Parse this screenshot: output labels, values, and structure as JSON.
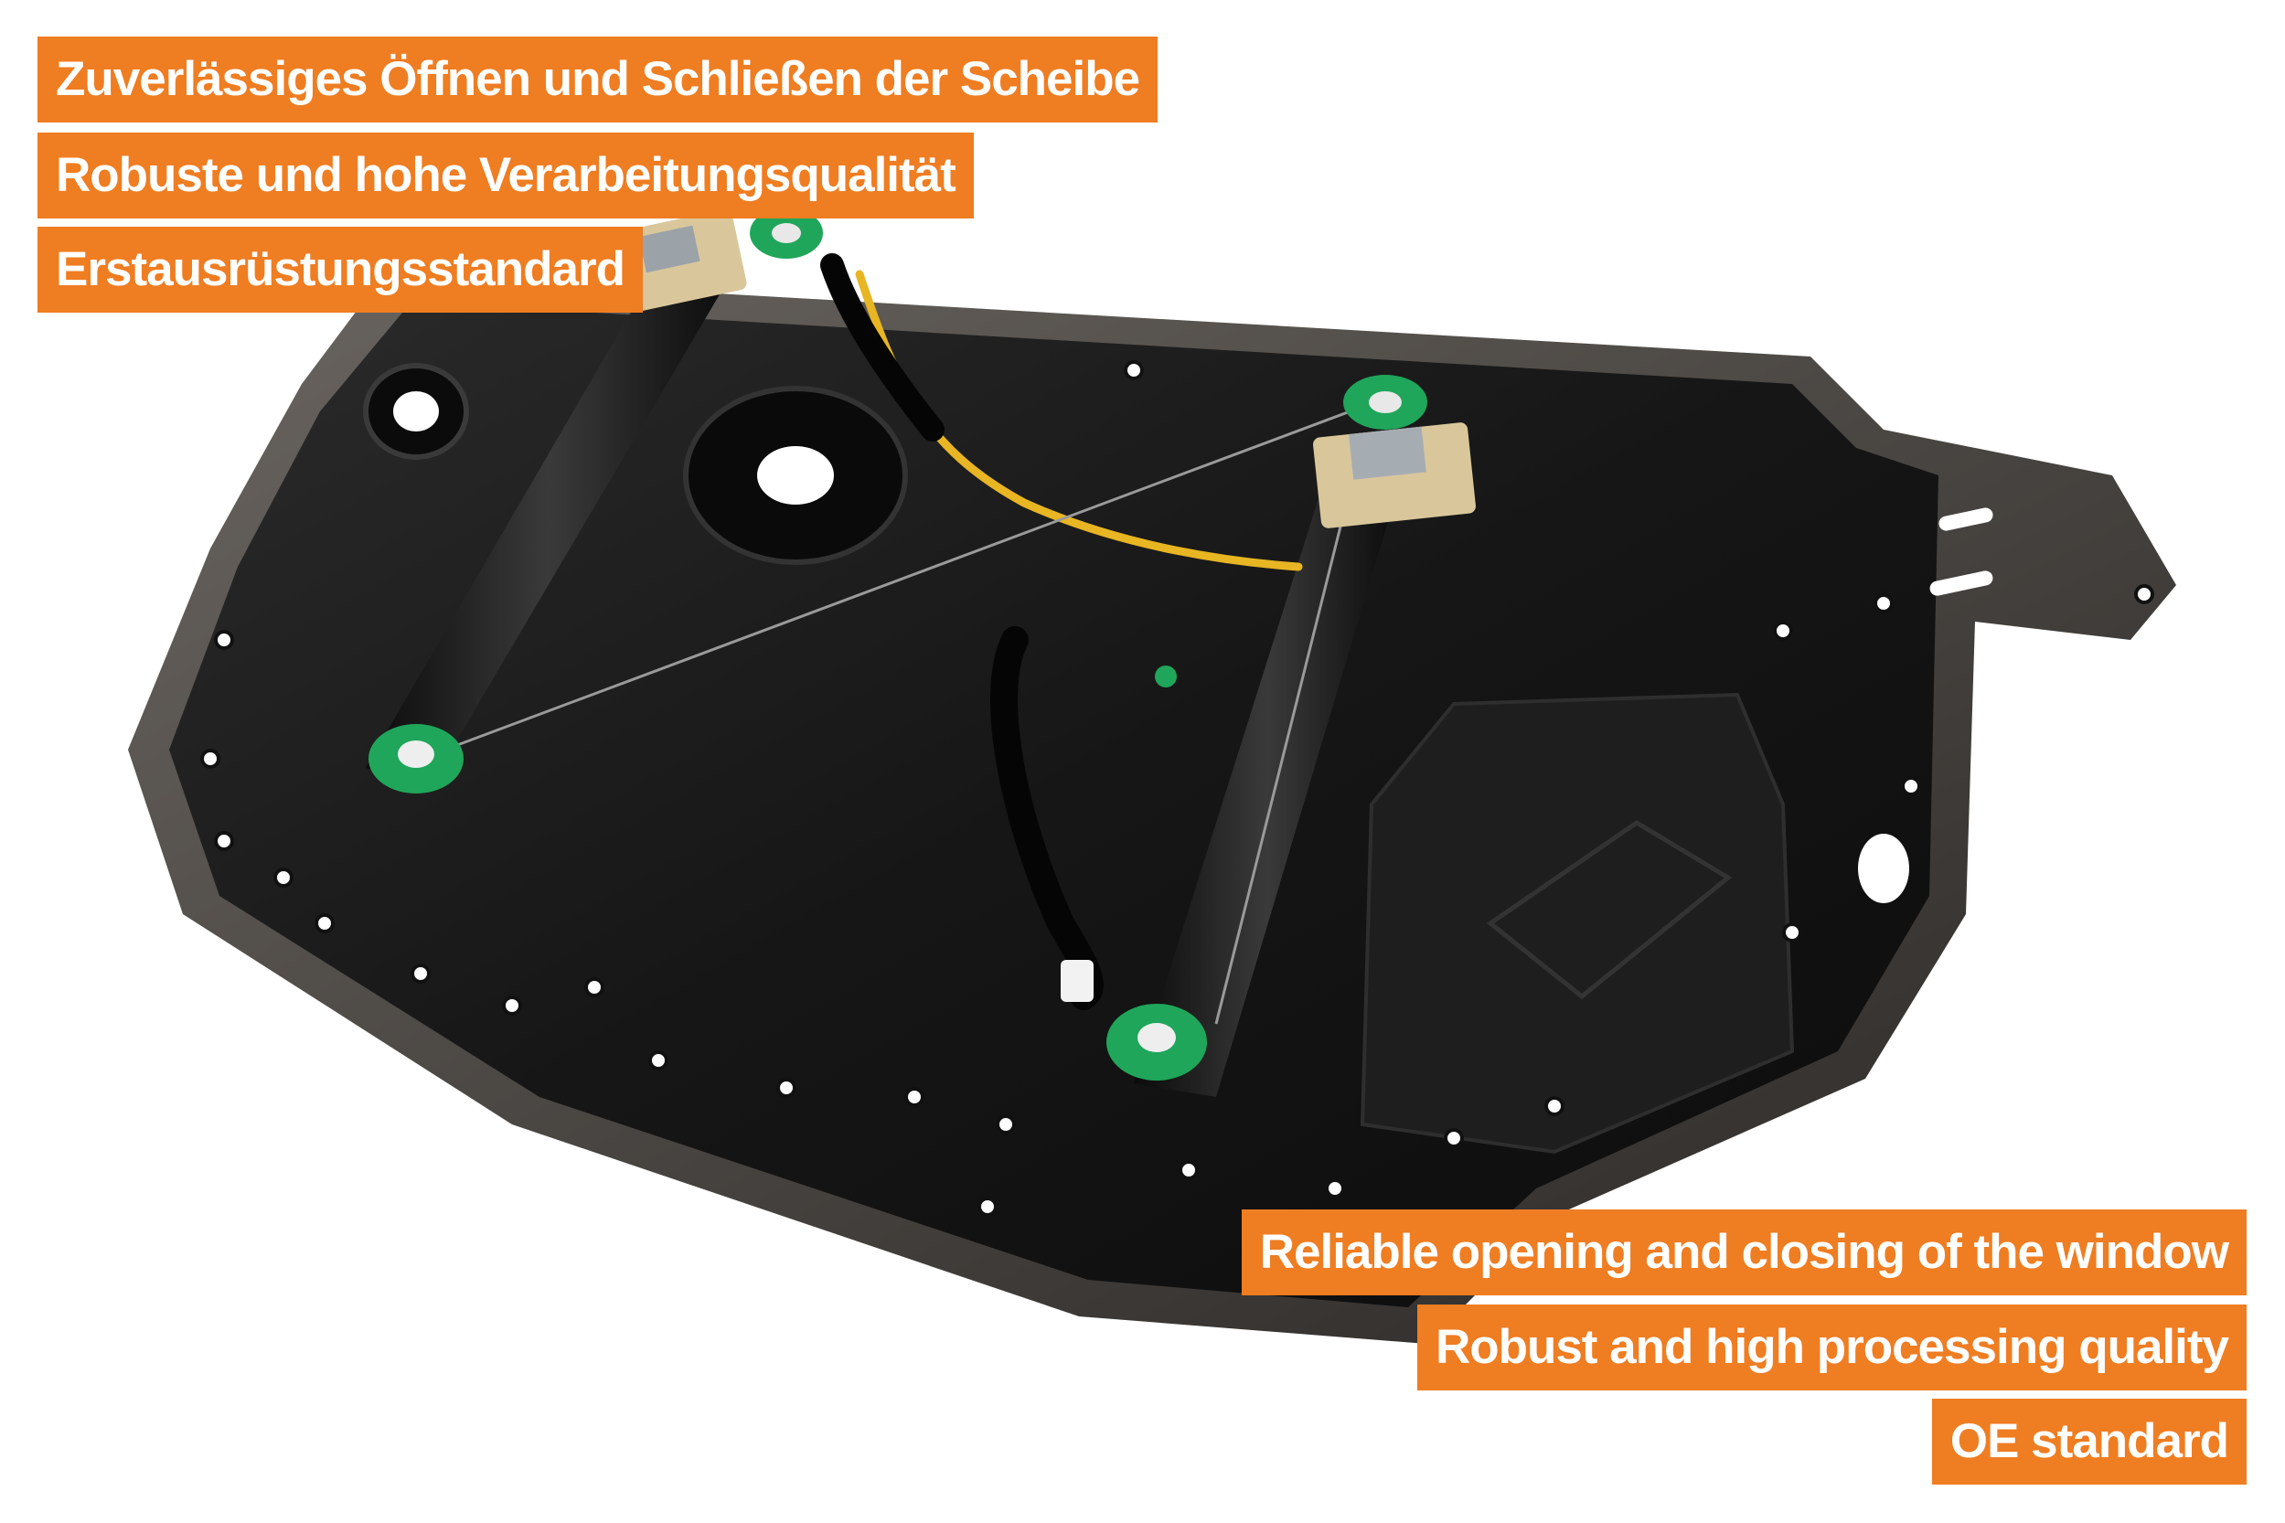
{
  "colors": {
    "badge_background": "#ef7d22",
    "badge_text": "#ffffff",
    "panel_body": "#1a1a1a",
    "clip_green": "#1fa65a",
    "cable_yellow": "#e8b523"
  },
  "labels_de": [
    "Zuverlässiges Öffnen und Schließen der Scheibe",
    "Robuste und hohe Verarbeitungsqualität",
    "Erstausrüstungsstandard"
  ],
  "labels_en": [
    "Reliable opening and closing of the window",
    "Robust and high processing quality",
    "OE standard"
  ]
}
